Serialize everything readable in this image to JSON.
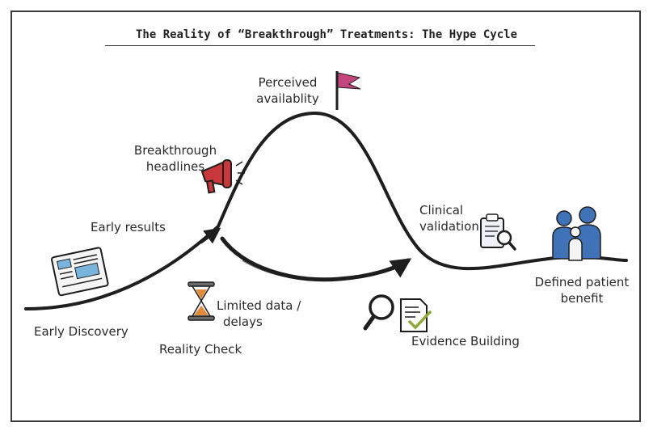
{
  "title": "The Reality of “Breakthrough” Treatments: The Hype Cycle",
  "labels": {
    "perceived_line1": "Perceived",
    "perceived_line2": "availablity",
    "breakthrough_line1": "Breakthrough",
    "breakthrough_line2": "headlines",
    "early_results": "Early results",
    "early_discovery": "Early Discovery",
    "limited_line1": "Limited data /",
    "limited_line2": "delays",
    "reality_check": "Reality Check",
    "clinical_line1": "Clinical",
    "clinical_line2": "validation",
    "evidence_building": "Evidence Building",
    "defined_line1": "Defined patient",
    "defined_line2": "benefit"
  },
  "icons": {
    "newspaper": "newspaper-icon",
    "megaphone": "megaphone-icon",
    "flag": "flag-icon",
    "hourglass": "hourglass-icon",
    "magnifier": "magnifier-icon",
    "document_check": "document-check-icon",
    "clipboard_search": "clipboard-search-icon",
    "family": "family-icon"
  },
  "colors": {
    "curve": "#1e1e1e",
    "flag": "#c2457c",
    "megaphone": "#c8383a",
    "hourglass_sand": "#e08a3c",
    "family": "#3f72b6",
    "newspaper_blocks": "#79b4dc"
  }
}
